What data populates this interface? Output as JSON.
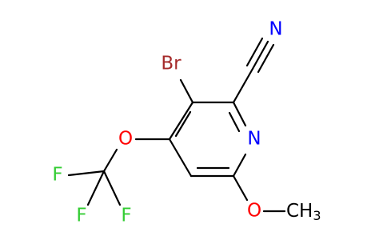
{
  "structure": {
    "atoms": [
      {
        "id": "Br",
        "label": "Br",
        "color": "#a52a2a"
      },
      {
        "id": "N_nitrile",
        "label": "N",
        "color": "#0000ff"
      },
      {
        "id": "N_ring",
        "label": "N",
        "color": "#0000ff"
      },
      {
        "id": "O_ocf3",
        "label": "O",
        "color": "#ff0000"
      },
      {
        "id": "O_ome",
        "label": "O",
        "color": "#ff0000"
      },
      {
        "id": "F1",
        "label": "F",
        "color": "#33cc33"
      },
      {
        "id": "F2",
        "label": "F",
        "color": "#33cc33"
      },
      {
        "id": "F3",
        "label": "F",
        "color": "#33cc33"
      },
      {
        "id": "CH3",
        "label": "CH",
        "subscript": "3",
        "color": "#000000"
      }
    ],
    "bond_color": "#000000"
  }
}
